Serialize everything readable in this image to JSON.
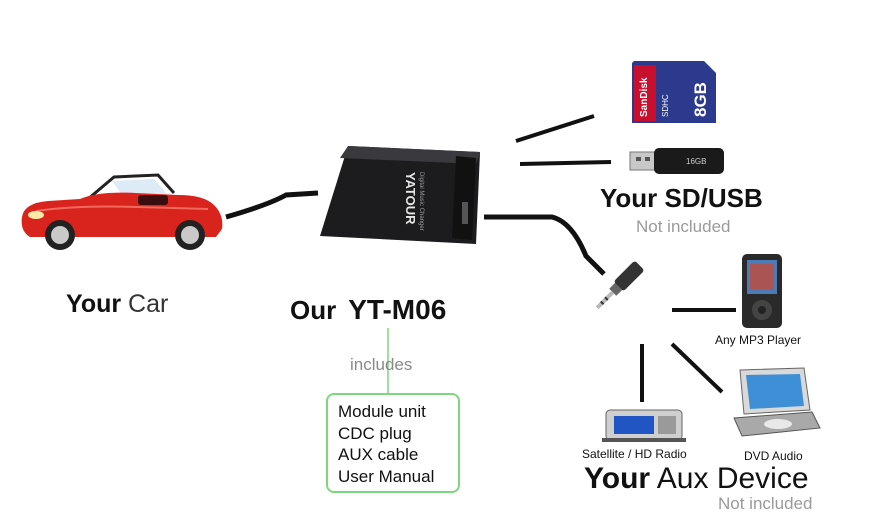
{
  "car": {
    "label_bold": "Your",
    "label_rest": "Car"
  },
  "product": {
    "prefix": "Our",
    "model": "YT-M06",
    "brand_on_unit": "YATOUR",
    "subtext_on_unit": "Digital Music Changer",
    "includes_label": "includes",
    "includes_items": [
      "Module unit",
      "CDC plug",
      "AUX cable",
      "User Manual"
    ]
  },
  "storage": {
    "title": "Your SD/USB",
    "not_included": "Not included",
    "sd_card": {
      "brand": "SanDisk",
      "capacity": "8GB",
      "type": "SDHC"
    },
    "usb_stick": {
      "capacity": "16GB"
    }
  },
  "aux": {
    "title_bold": "Your",
    "title_rest": "Aux Device",
    "not_included": "Not included",
    "devices": {
      "mp3": "Any MP3 Player",
      "radio": "Satellite / HD Radio",
      "dvd": "DVD Audio"
    }
  },
  "colors": {
    "car_red": "#d8241c",
    "wire": "#111111",
    "include_border": "#7ed77e",
    "sd_blue": "#2b3a8c",
    "sd_red": "#c8102e",
    "muted_text": "#9a9a9a"
  }
}
